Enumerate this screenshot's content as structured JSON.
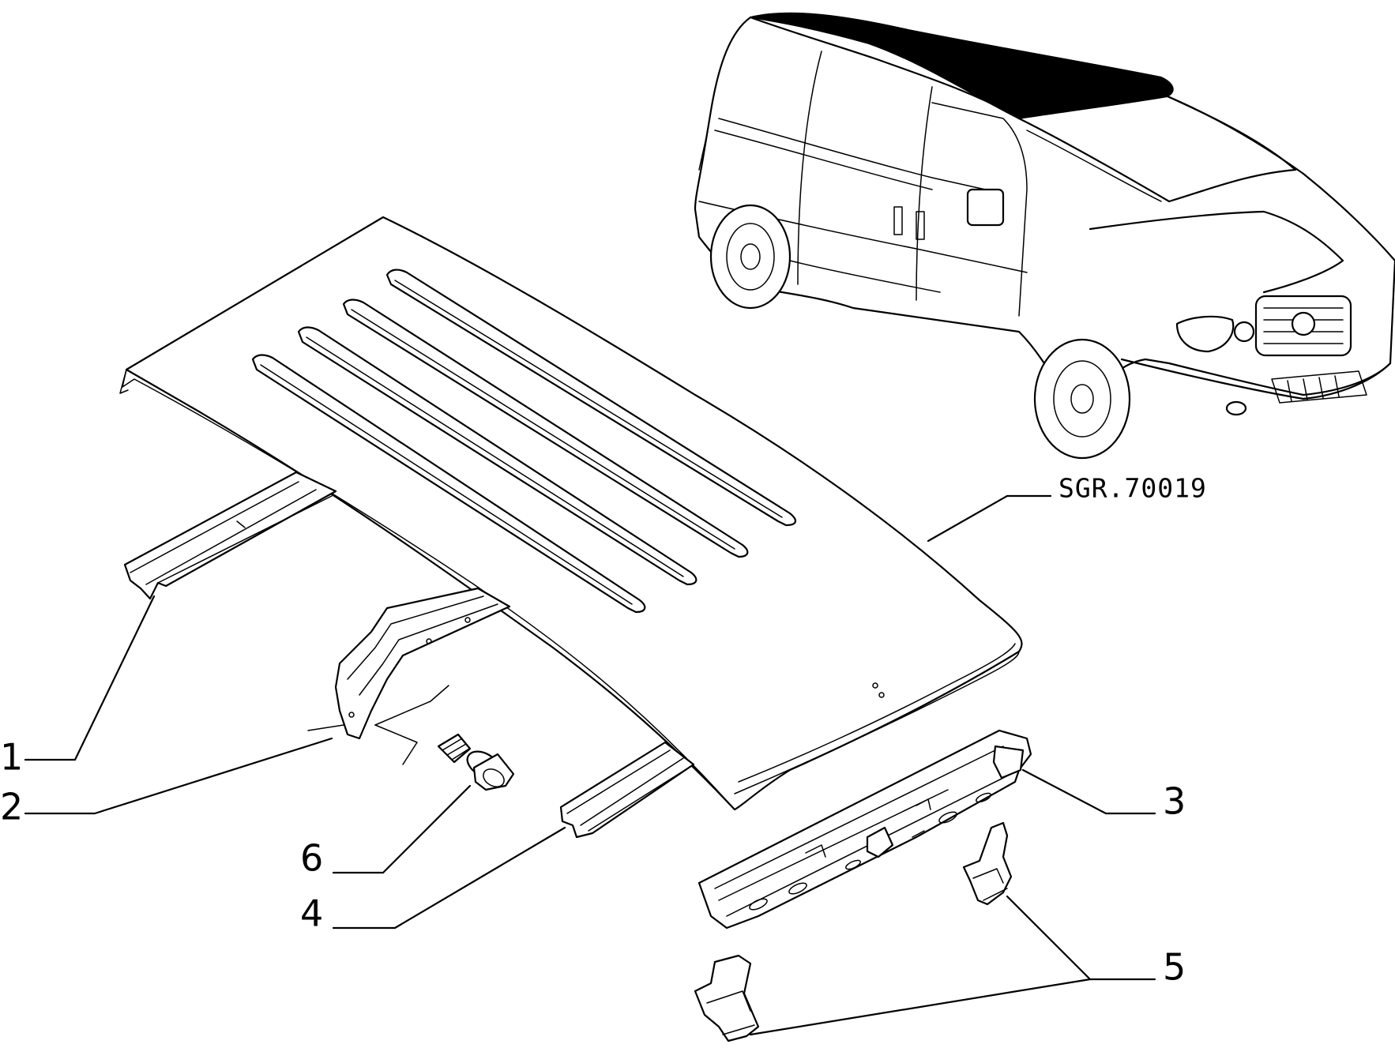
{
  "diagram": {
    "reference_code": "SGR.70019",
    "callouts": [
      {
        "id": "1",
        "label": "1"
      },
      {
        "id": "2",
        "label": "2"
      },
      {
        "id": "3",
        "label": "3"
      },
      {
        "id": "4",
        "label": "4"
      },
      {
        "id": "5",
        "label": "5"
      },
      {
        "id": "6",
        "label": "6"
      }
    ]
  }
}
